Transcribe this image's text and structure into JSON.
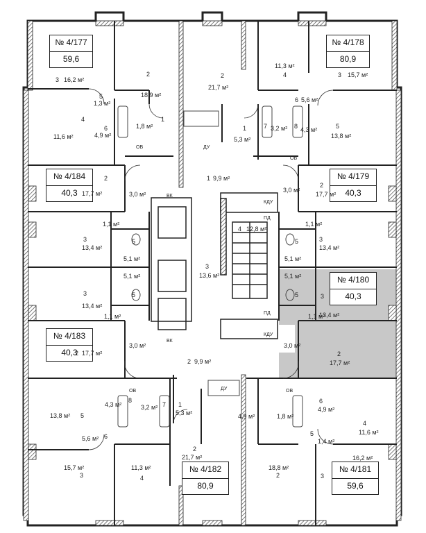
{
  "apartments": [
    {
      "id": "apt-4-177",
      "number": "№ 4/177",
      "area": "59,6"
    },
    {
      "id": "apt-4-178",
      "number": "№ 4/178",
      "area": "80,9"
    },
    {
      "id": "apt-4-184",
      "number": "№ 4/184",
      "area": "40,3"
    },
    {
      "id": "apt-4-179",
      "number": "№ 4/179",
      "area": "40,3"
    },
    {
      "id": "apt-4-180",
      "number": "№ 4/180",
      "area": "40,3"
    },
    {
      "id": "apt-4-183",
      "number": "№ 4/183",
      "area": "40,3"
    },
    {
      "id": "apt-4-182",
      "number": "№ 4/182",
      "area": "80,9"
    },
    {
      "id": "apt-4-181",
      "number": "№ 4/181",
      "area": "59,6"
    }
  ],
  "room_areas": [
    "16,2 м²",
    "18,9 м²",
    "21,7 м²",
    "11,3 м²",
    "15,7 м²",
    "1,3 м²",
    "5,6 м²",
    "11,6 м²",
    "4,9 м²",
    "1,8 м²",
    "5,3 м²",
    "3,2 м²",
    "4,3 м²",
    "13,8 м²",
    "9,9 м²",
    "17,7 м²",
    "3,0 м²",
    "17,7 м²",
    "3,0 м²",
    "1,1 м²",
    "1,1 м²",
    "13,4 м²",
    "12,8 м²",
    "13,4 м²",
    "5,1 м²",
    "5,1 м²",
    "5,1 м²",
    "13,6 м²",
    "5,1 м²",
    "13,4 м²",
    "13,4 м²",
    "1,1 м²",
    "1,1 м²",
    "3,0 м²",
    "17,7 м²",
    "9,9 м²",
    "3,0 м²",
    "17,7 м²",
    "4,3 м²",
    "3,2 м²",
    "5,3 м²",
    "4,9 м²",
    "1,8 м²",
    "4,9 м²",
    "13,8 м²",
    "5,6 м²",
    "1,4 м²",
    "11,6 м²",
    "21,7 м²",
    "18,8 м²",
    "15,7 м²",
    "11,3 м²",
    "16,2 м²"
  ],
  "room_numbers": [
    "1",
    "2",
    "3",
    "4",
    "5",
    "6",
    "7",
    "8"
  ],
  "shaft_labels": {
    "ov": "ОВ",
    "vk": "ВК",
    "du": "ДУ",
    "kdu": "КДУ",
    "pd": "ПД"
  },
  "colors": {
    "wall": "#222222",
    "hatch": "#555555",
    "highlight": "#c8c8c8",
    "line": "#333333"
  }
}
